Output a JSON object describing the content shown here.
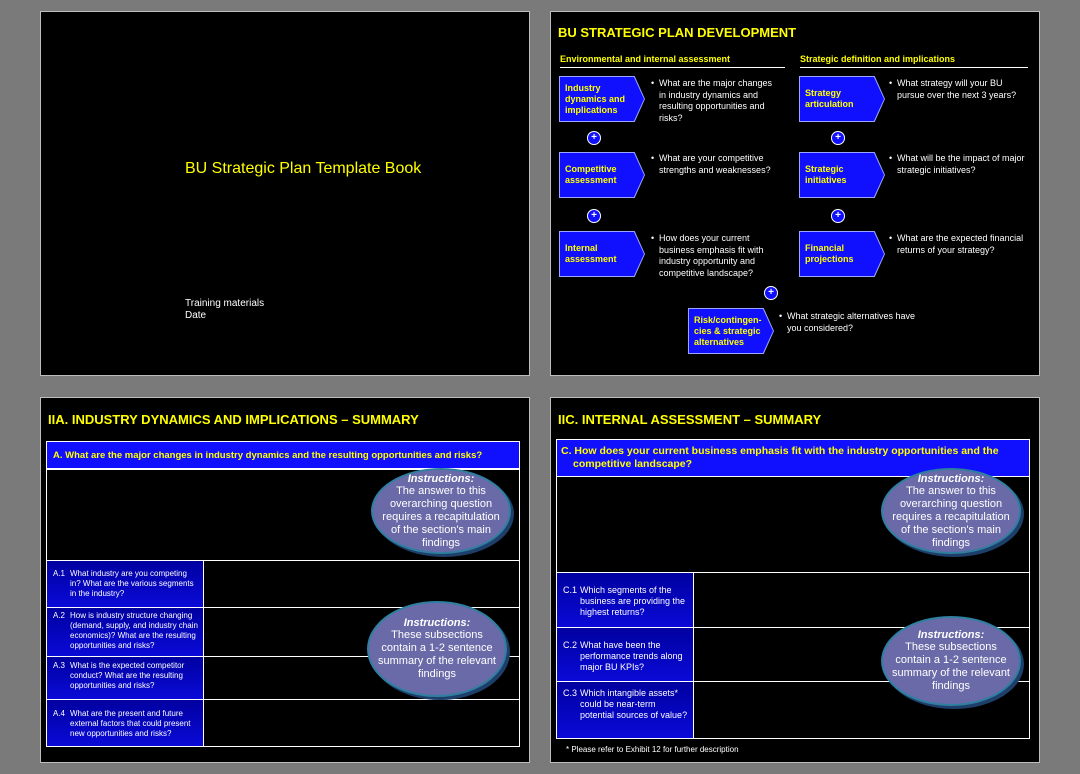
{
  "slide1": {
    "title": "BU Strategic Plan Template Book",
    "sub1": "Training materials",
    "sub2": "Date"
  },
  "slide2": {
    "title": "BU STRATEGIC PLAN DEVELOPMENT",
    "left_header": "Environmental and internal assessment",
    "right_header": "Strategic definition and implications",
    "boxes": {
      "industry": "Industry dynamics and implications",
      "competitive": "Competitive assessment",
      "internal": "Internal assessment",
      "strategy": "Strategy articulation",
      "initiatives": "Strategic initiatives",
      "financial": "Financial projections",
      "risk": "Risk/contingen-cies & strategic alternatives"
    },
    "bullets": {
      "industry": "What are the major changes in industry dynamics and resulting opportunities and risks?",
      "competitive": "What are your competitive strengths and weaknesses?",
      "internal": "How does your current business emphasis fit with industry opportunity and competitive landscape?",
      "strategy": "What strategy will your BU pursue over the next 3 years?",
      "initiatives": "What will be the impact of major strategic initiatives?",
      "financial": "What are the expected financial returns of your strategy?",
      "risk": "What strategic alternatives have you considered?"
    },
    "plus": "+",
    "bullet_char": "•"
  },
  "slide3": {
    "title": "IIA.  INDUSTRY DYNAMICS AND IMPLICATIONS – SUMMARY",
    "question": "A. What are the major changes in industry dynamics and the resulting  opportunities and risks?",
    "instr1_head": "Instructions:",
    "instr1_body": "The answer to this overarching question requires a recapitulation of the section's main findings",
    "instr2_head": "Instructions:",
    "instr2_body": "These subsections contain a 1-2 sentence summary of the relevant findings",
    "rows": [
      {
        "num": "A.1",
        "text": "What industry are you competing in? What are the various segments in the industry?"
      },
      {
        "num": "A.2",
        "text": "How is industry structure changing (demand, supply, and industry chain economics)? What are the resulting opportunities and risks?"
      },
      {
        "num": "A.3",
        "text": "What is the expected competitor conduct? What are the resulting opportunities and risks?"
      },
      {
        "num": "A.4",
        "text": "What are the present and future external factors that could present new opportunities and risks?"
      }
    ]
  },
  "slide4": {
    "title": "IIC.  INTERNAL ASSESSMENT – SUMMARY",
    "question": "C. How does your current business emphasis fit with the industry opportunities and the competitive landscape?",
    "instr1_head": "Instructions:",
    "instr1_body": "The answer to this overarching question requires a recapitulation of the section's main findings",
    "instr2_head": "Instructions:",
    "instr2_body": "These subsections contain a 1-2 sentence summary of the relevant findings",
    "rows": [
      {
        "num": "C.1",
        "text": "Which segments of the business are providing the highest returns?"
      },
      {
        "num": "C.2",
        "text": "What have been the performance trends along major BU KPIs?"
      },
      {
        "num": "C.3",
        "text": "Which intangible assets* could be near-term potential sources of value?"
      }
    ],
    "footnote": "* Please refer to Exhibit 12 for further description"
  }
}
